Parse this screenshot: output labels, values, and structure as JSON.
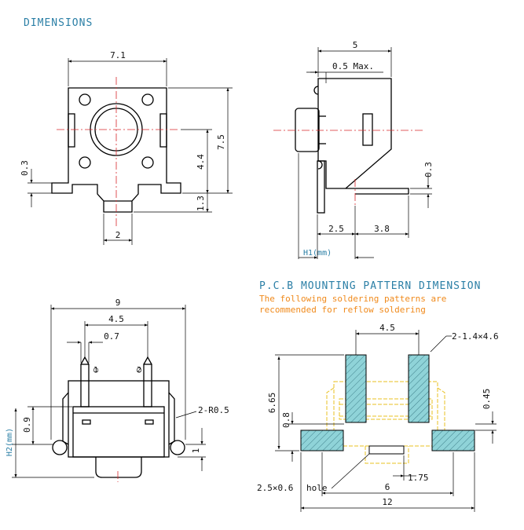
{
  "headings": {
    "dimensions": "DIMENSIONS",
    "pcb_title": "P.C.B MOUNTING PATTERN DIMENSION",
    "pcb_note_1": "The following soldering patterns are",
    "pcb_note_2": "recommended for reflow soldering"
  },
  "front_view": {
    "width": "7.1",
    "height": "7.5",
    "pin_pitch_v": "4.4",
    "leg_offset": "0.3",
    "plunger_height": "1.3",
    "plunger_width": "2"
  },
  "side_view": {
    "depth": "5",
    "max_tolerance": "0.5 Max.",
    "leg_offset": "0.3",
    "body_rear": "2.5",
    "body_front": "3.8",
    "h1_label": "H1(mm)"
  },
  "bottom_view": {
    "overall_width": "9",
    "pin_span": "4.5",
    "pin_width": "0.7",
    "pin_1": "1",
    "pin_2": "2",
    "radius": "2-R0.5",
    "h2_label": "H2(mm)",
    "foot_height": "0.9",
    "plunger_offset": "1"
  },
  "pcb_pattern": {
    "pad_spacing": "4.5",
    "pad_size": "2-1.4×4.6",
    "total_height": "6.65",
    "pad_height": "0.8",
    "right_offset": "0.45",
    "hole_size": "2.5×0.6",
    "hole_label": "hole",
    "hole_offset": "1.75",
    "inner_span": "6",
    "overall_span": "12"
  },
  "colors": {
    "heading": "#2b7fa6",
    "note": "#f08a1c",
    "centerline": "#d8282b",
    "pad_fill": "#8fd3d8",
    "outline_yellow": "#e8c020"
  }
}
